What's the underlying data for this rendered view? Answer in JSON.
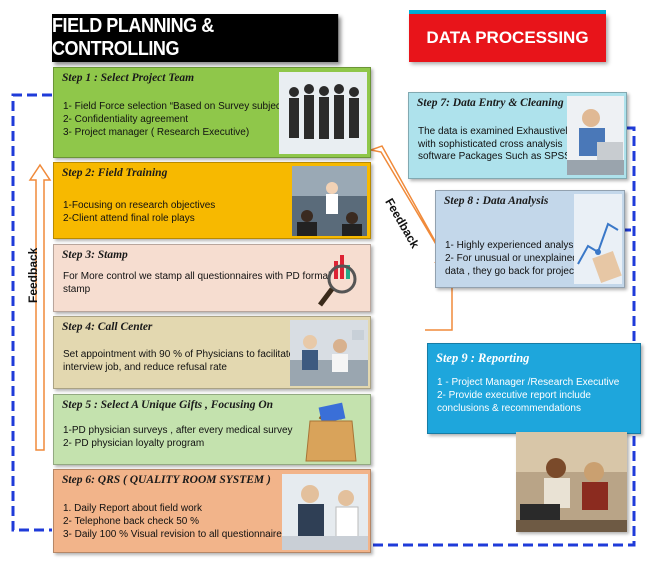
{
  "banners": {
    "left": "FIELD PLANNING & CONTROLLING",
    "right": "DATA PROCESSING"
  },
  "feedback_labels": {
    "left": "Feedback",
    "middle": "Feedback"
  },
  "steps": [
    {
      "title": "Step 1 : Select Project Team",
      "lines": [
        "1- Field Force selection “Based on Survey subject”",
        "2- Confidentiality agreement",
        "3- Project manager ( Research Executive)"
      ]
    },
    {
      "title": "Step 2: Field Training",
      "lines": [
        "1-Focusing on research objectives",
        "2-Client attend final role plays"
      ]
    },
    {
      "title": "Step 3: Stamp",
      "lines": [
        "For More control we stamp all questionnaires with PD formal",
        "stamp"
      ]
    },
    {
      "title": "Step 4: Call Center",
      "lines": [
        "Set appointment with 90 % of Physicians to facilitate",
        "interview job, and reduce refusal rate"
      ]
    },
    {
      "title": "Step 5 : Select A Unique Gifts , Focusing On",
      "lines": [
        "1-PD physician surveys , after every medical survey",
        "2- PD physician loyalty program"
      ]
    },
    {
      "title": "Step 6: QRS ( QUALITY ROOM SYSTEM )",
      "lines": [
        "1. Daily Report about field work",
        "2- Telephone back check 50 %",
        "3- Daily 100 % Visual revision to all questionnaires"
      ]
    },
    {
      "title": "Step 7: Data Entry & Cleaning",
      "lines": [
        "The data is examined Exhaustively,",
        "with sophisticated cross analysis",
        "software Packages Such as SPSS"
      ]
    },
    {
      "title": "Step 8 : Data Analysis",
      "lines": [
        "1- Highly experienced analysis",
        "2- For unusual or unexplained",
        "data , they go back for project"
      ]
    },
    {
      "title": "Step 9 : Reporting",
      "lines": [
        "1 - Project Manager /Research Executive",
        "2- Provide executive report include",
        "conclusions & recommendations"
      ]
    }
  ],
  "icons": [
    "team-photo",
    "training-photo",
    "stamp-chart-icon",
    "call-center-photo",
    "gift-bag-icon",
    "meeting-photo",
    "data-entry-photo",
    "analysis-photo",
    "reporting-photo"
  ]
}
